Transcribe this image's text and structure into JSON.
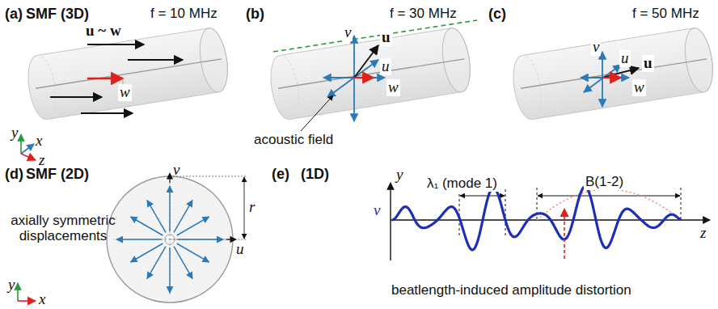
{
  "diagram": {
    "labels": [
      "(a)",
      "SMF (3D)",
      "f = 10 MHz",
      "u ~ w",
      "w",
      "y",
      "x",
      "z",
      "(b)",
      "f = 30 MHz",
      "v",
      "u",
      "u",
      "w",
      "acoustic field",
      "(c)",
      "f = 50 MHz",
      "v",
      "u",
      "u",
      "w",
      "(d)",
      "SMF (2D)",
      "v",
      "axially symmetric displacements",
      "r",
      "u",
      "y",
      "x",
      "(e)",
      "(1D)",
      "y",
      "λ₁ (mode 1)",
      "B(1-2)",
      "v",
      "z",
      "beatlength-induced amplitude distortion"
    ]
  }
}
